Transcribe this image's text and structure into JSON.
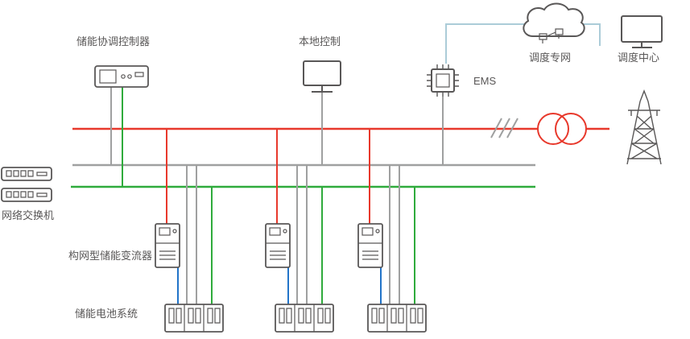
{
  "diagram": {
    "labels": {
      "coordinator": "储能协调控制器",
      "local_control": "本地控制",
      "ems": "EMS",
      "dispatch_network": "调度专网",
      "dispatch_center": "调度中心",
      "network_switch": "网络交换机",
      "converter": "构网型储能变流器",
      "battery": "储能电池系统"
    },
    "cluster_count": 3
  },
  "colors": {
    "power-red": "#e8392c",
    "network-green": "#2fab3c",
    "comm-gray": "#9fa0a0",
    "dc-blue": "#2274c9",
    "uplink-lightblue": "#abccd8",
    "icon-dark": "#595757",
    "text": "#595757",
    "background": "#ffffff"
  },
  "icons": {
    "coordinator": "controller-device-icon",
    "local_control": "monitor-icon",
    "ems": "chip-icon",
    "dispatch_network": "cloud-icon",
    "dispatch_center": "monitor-icon",
    "network_switch": "rack-switch-icon",
    "converter": "converter-cabinet-icon",
    "battery": "battery-rack-icon",
    "grid": "transmission-tower-icon",
    "transformer": "two-circle-transformer-icon",
    "line_break": "triple-slash-icon"
  }
}
